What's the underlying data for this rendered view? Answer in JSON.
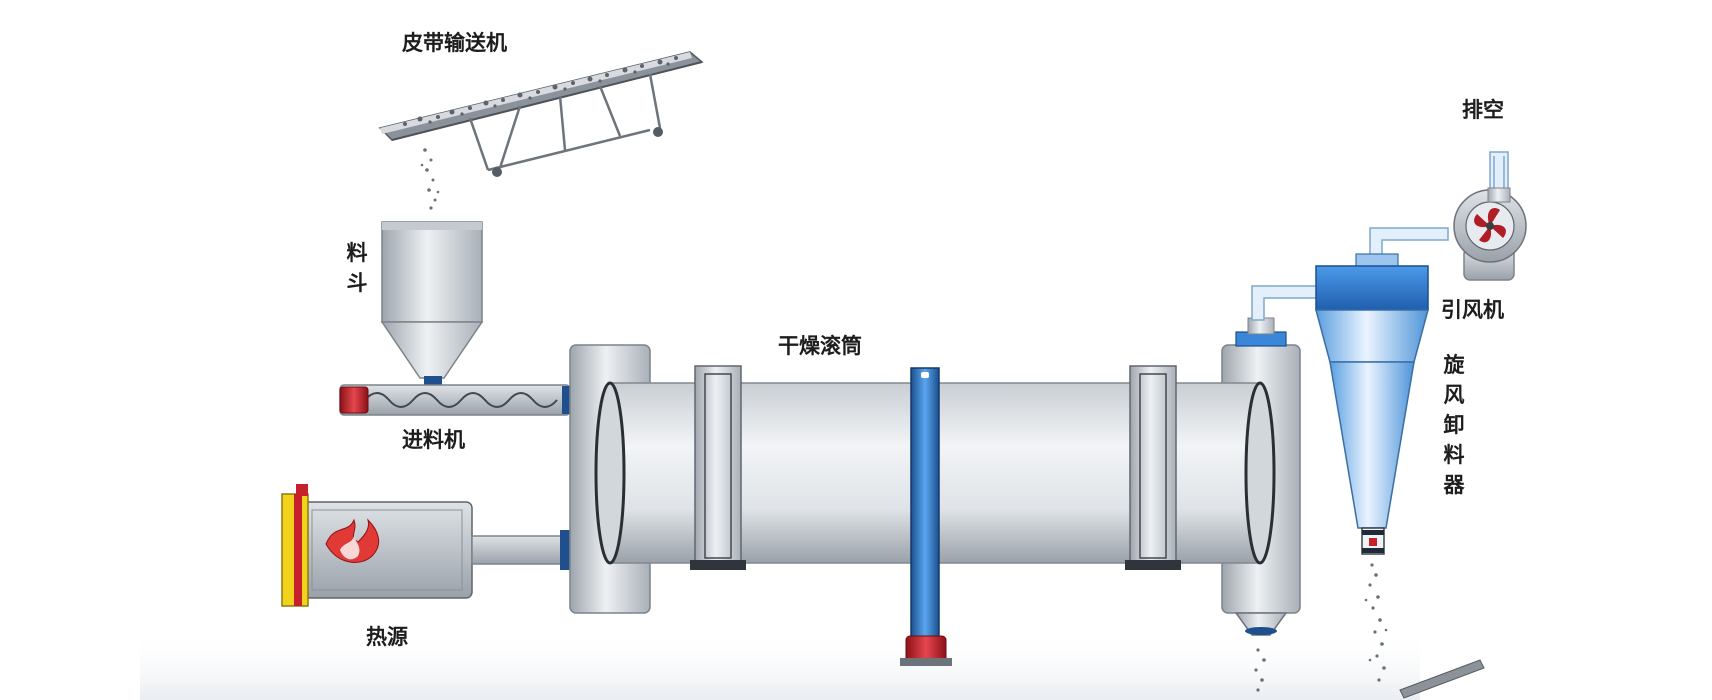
{
  "labels": {
    "belt_conveyor": "皮带输送机",
    "hopper": "料斗",
    "feeder": "进料机",
    "heat_source": "热源",
    "drum": "干燥滚筒",
    "exhaust": "排空",
    "fan": "引风机",
    "cyclone": "旋风卸料器"
  },
  "colors": {
    "metal_light": "#e6e9ec",
    "metal_mid": "#b7bdc4",
    "metal_dark": "#6c737b",
    "blue": "#3a86d9",
    "blue_dark": "#1c4f8f",
    "red": "#c8202a",
    "yellow": "#f2d21b"
  }
}
